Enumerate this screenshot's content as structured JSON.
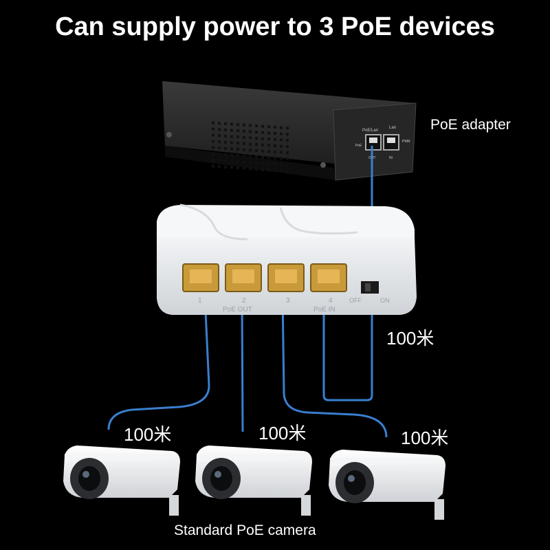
{
  "headline": "Can supply power to 3 PoE devices",
  "adapter": {
    "label": "PoE adapter",
    "port_labels": [
      "PoE/Lan",
      "Lan",
      "OUT",
      "IN",
      "PoE",
      "PWR"
    ]
  },
  "switch": {
    "port_labels": [
      "1",
      "2",
      "3",
      "4"
    ],
    "group_labels": [
      "PoE OUT",
      "PoE IN"
    ],
    "switch_labels": [
      "OFF",
      "ON"
    ]
  },
  "cables": {
    "uplink_length": "100米",
    "camera_lengths": [
      "100米",
      "100米",
      "100米"
    ]
  },
  "cameras": {
    "label": "Standard PoE camera",
    "count": 3
  },
  "colors": {
    "background": "#000000",
    "cable": "#3a7fd0",
    "port_gold": "#c99a3a",
    "switch_body": "#e8eaec"
  }
}
